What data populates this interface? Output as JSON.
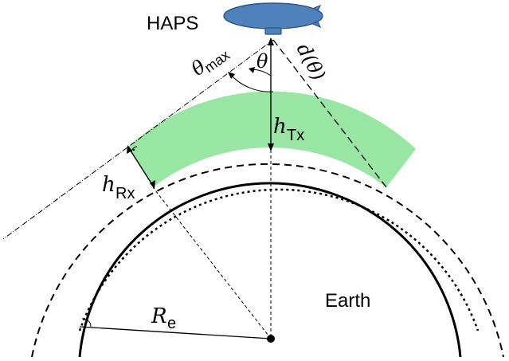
{
  "labels": {
    "haps": "HAPS",
    "earth": "Earth",
    "theta": "θ",
    "theta_max": {
      "symbol": "θ",
      "subscript": "max"
    },
    "distance": "d(θ)",
    "h_tx": {
      "symbol": "h",
      "subscript": "Tx"
    },
    "h_rx": {
      "symbol": "h",
      "subscript": "Rx"
    },
    "r_e": {
      "symbol": "R",
      "subscript": "e"
    }
  },
  "colors": {
    "coverage_band": "#99e6a4",
    "blimp_fill": "#4f81bd",
    "blimp_stroke": "#2f5585",
    "line": "#000000"
  }
}
